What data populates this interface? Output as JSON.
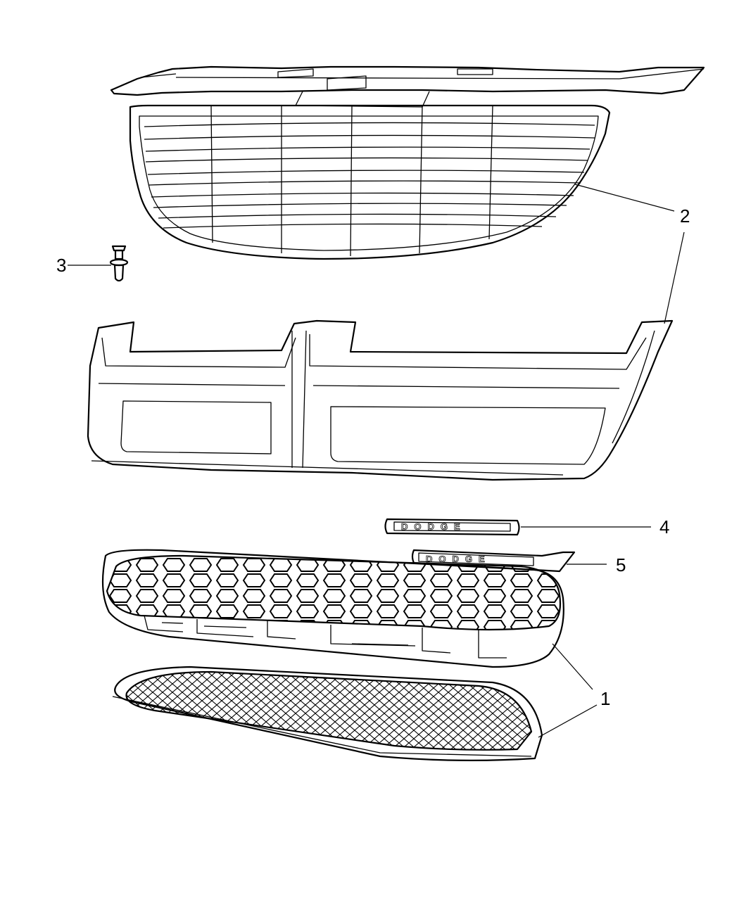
{
  "diagram": {
    "colors": {
      "line": "#000000",
      "background": "#ffffff"
    },
    "callouts": [
      {
        "id": "1",
        "label": "1"
      },
      {
        "id": "2",
        "label": "2"
      },
      {
        "id": "3",
        "label": "3"
      },
      {
        "id": "4",
        "label": "4"
      },
      {
        "id": "5",
        "label": "5"
      }
    ],
    "badges": {
      "badge_4_text": "DODGE",
      "badge_5_text": "DODGE"
    }
  }
}
